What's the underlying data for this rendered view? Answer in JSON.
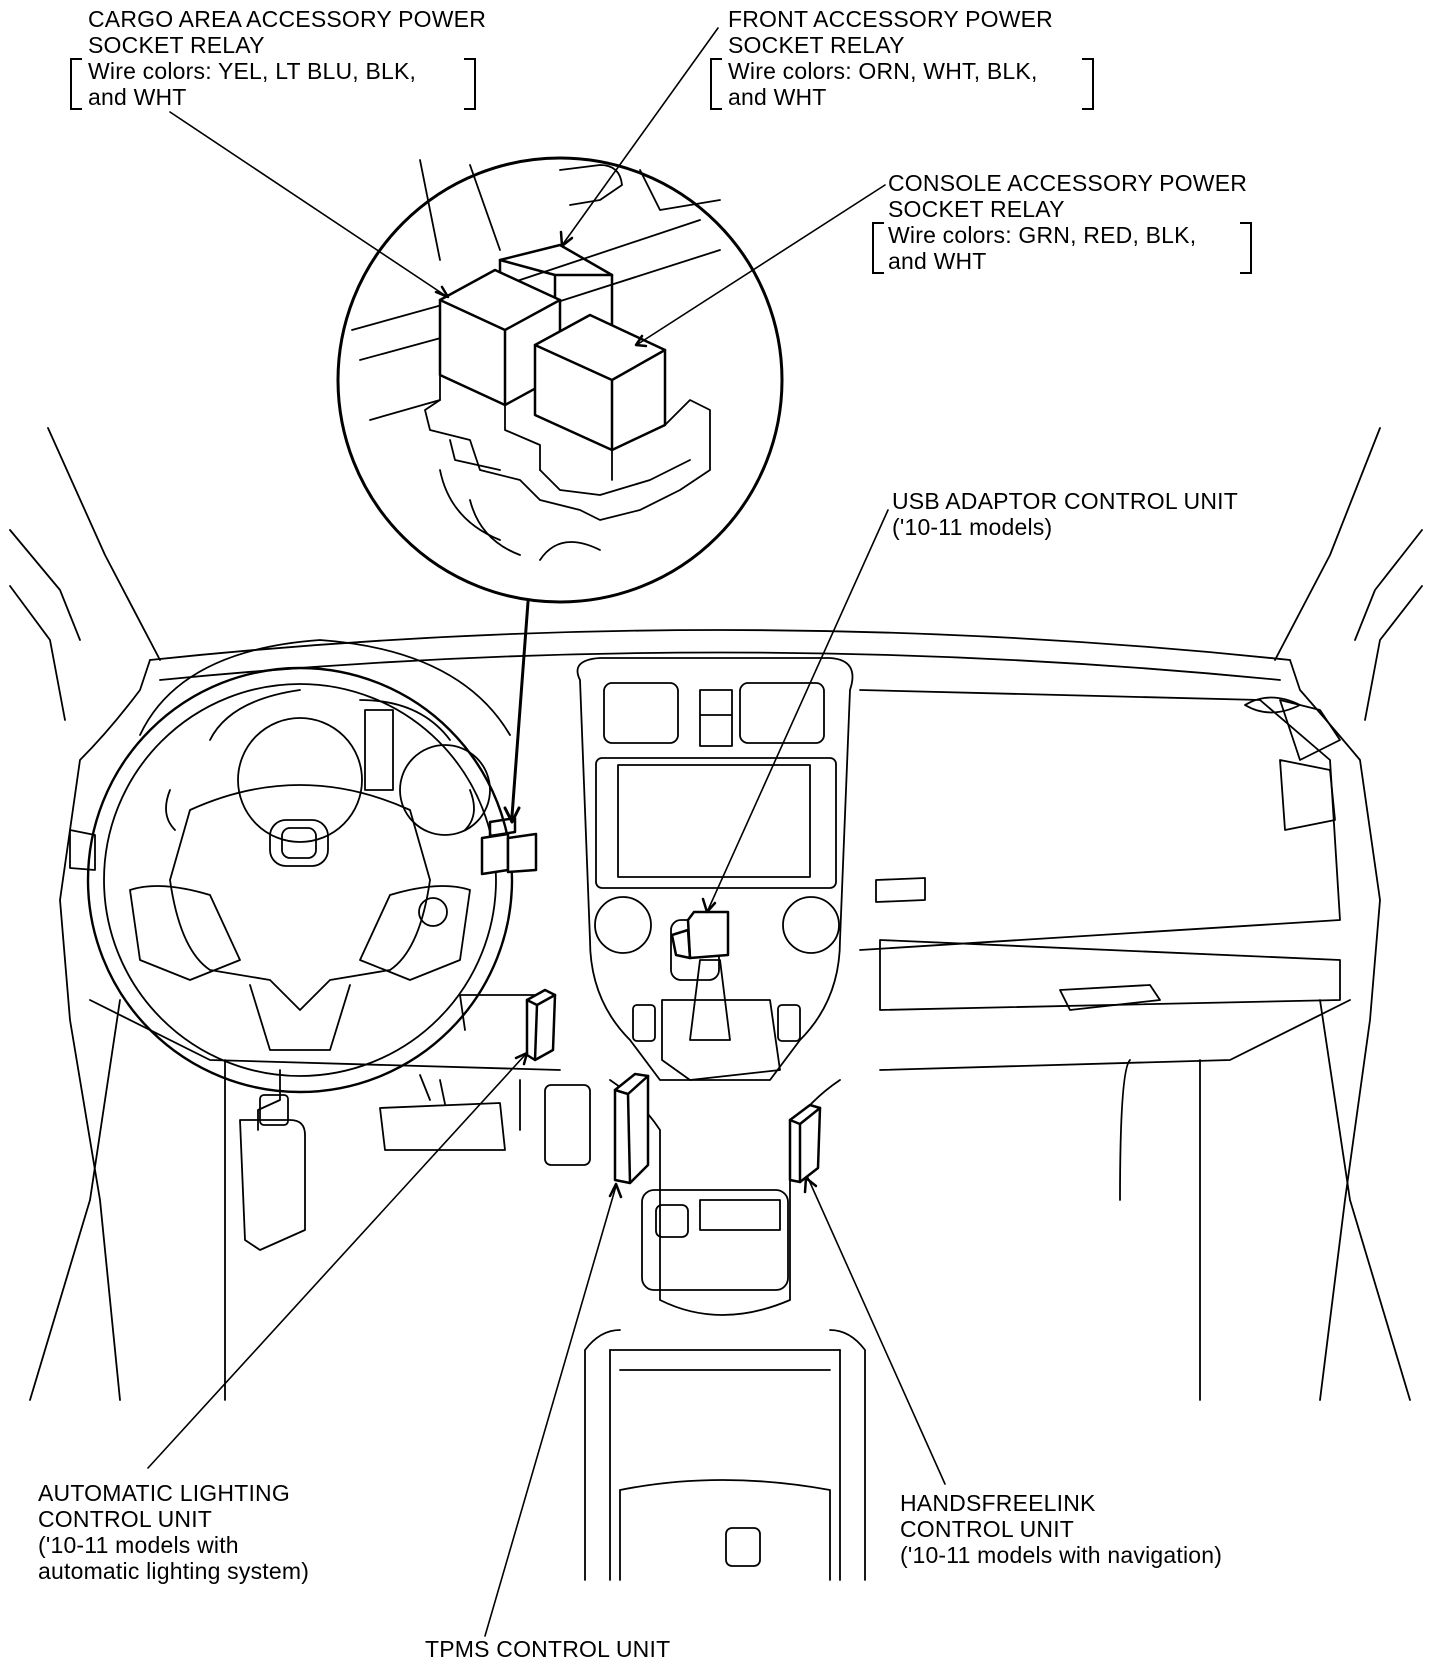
{
  "labels": {
    "cargo_relay": {
      "line1": "CARGO AREA ACCESSORY POWER",
      "line2": "SOCKET RELAY",
      "wire1": "Wire colors: YEL, LT BLU, BLK,",
      "wire2": "and WHT"
    },
    "front_relay": {
      "line1": "FRONT ACCESSORY POWER",
      "line2": "SOCKET RELAY",
      "wire1": "Wire colors: ORN, WHT, BLK,",
      "wire2": "and WHT"
    },
    "console_relay": {
      "line1": "CONSOLE ACCESSORY POWER",
      "line2": "SOCKET RELAY",
      "wire1": "Wire colors: GRN, RED, BLK,",
      "wire2": "and WHT"
    },
    "usb_unit": {
      "line1": "USB ADAPTOR CONTROL UNIT",
      "line2": "('10-11 models)"
    },
    "auto_lighting": {
      "line1": "AUTOMATIC LIGHTING",
      "line2": "CONTROL UNIT",
      "line3": "('10-11 models with",
      "line4": "automatic lighting system)"
    },
    "handsfreelink": {
      "line1": "HANDSFREELINK",
      "line2": "CONTROL UNIT",
      "line3": "('10-11 models with navigation)"
    },
    "tpms": {
      "line1": "TPMS CONTROL UNIT"
    }
  },
  "colors": {
    "line": "#000000",
    "background": "#ffffff"
  }
}
